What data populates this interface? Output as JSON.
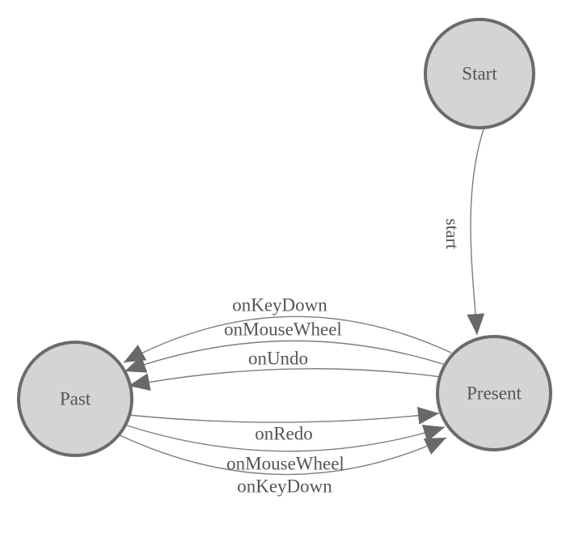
{
  "diagram": {
    "kind": "state-machine-graph",
    "background_color": "#ffffff",
    "node_fill_color": "#d4d4d4",
    "node_border_color": "#6b6b6b",
    "edge_line_color": "#7d7d7d",
    "arrowhead_color": "#696969",
    "label_color": "#555555"
  },
  "nodes": [
    {
      "id": "start",
      "label": "Start"
    },
    {
      "id": "present",
      "label": "Present"
    },
    {
      "id": "past",
      "label": "Past"
    }
  ],
  "edges": [
    {
      "from": "Start",
      "to": "Present",
      "label": "start"
    },
    {
      "from": "Present",
      "to": "Past",
      "label": "onKeyDown"
    },
    {
      "from": "Present",
      "to": "Past",
      "label": "onMouseWheel"
    },
    {
      "from": "Present",
      "to": "Past",
      "label": "onUndo"
    },
    {
      "from": "Past",
      "to": "Present",
      "label": "onRedo"
    },
    {
      "from": "Past",
      "to": "Present",
      "label": "onMouseWheel"
    },
    {
      "from": "Past",
      "to": "Present",
      "label": "onKeyDown"
    }
  ]
}
